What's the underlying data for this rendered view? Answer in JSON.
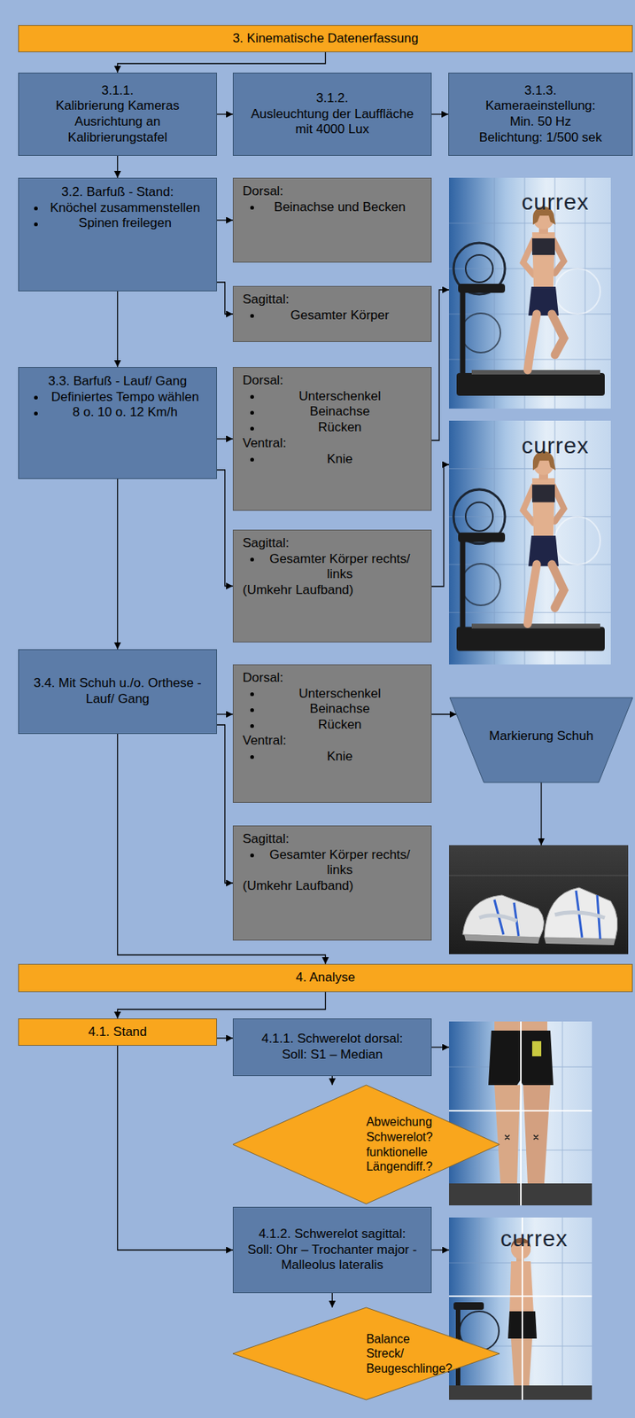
{
  "diagram": {
    "nodes": [
      {
        "text": [
          "3. Kinematische Datenerfassung"
        ]
      },
      {
        "text": [
          "3.1.1.",
          "Kalibrierung Kameras",
          "Ausrichtung an Kalibrierungstafel"
        ]
      },
      {
        "text": [
          "3.1.2.",
          "Ausleuchtung der Lauffläche mit 4000 Lux"
        ]
      },
      {
        "text": [
          "3.1.3.",
          "Kameraeinstellung:",
          "Min. 50 Hz",
          "Belichtung: 1/500 sek"
        ]
      },
      {
        "text": [
          "3.2. Barfuß - Stand:",
          "Knöchel zusammenstellen",
          "Spinen freilegen"
        ]
      },
      {
        "text": [
          "Dorsal:",
          "Beinachse und Becken"
        ]
      },
      {
        "text": [
          "Sagittal:",
          "Gesamter Körper"
        ]
      },
      {
        "text": [
          "3.3. Barfuß - Lauf/ Gang",
          "Definiertes Tempo wählen",
          "8 o. 10 o. 12 Km/h"
        ]
      },
      {
        "text": [
          "Dorsal:",
          "Unterschenkel",
          "Beinachse",
          "Rücken",
          "Ventral:",
          "Knie"
        ]
      },
      {
        "text": [
          "Sagittal:",
          "Gesamter Körper rechts/ links",
          "(Umkehr Laufband)"
        ]
      },
      {
        "text": [
          "3.4. Mit Schuh u./o. Orthese - Lauf/ Gang"
        ]
      },
      {
        "text": [
          "Dorsal:",
          "Unterschenkel",
          "Beinachse",
          "Rücken",
          "Ventral:",
          "Knie"
        ]
      },
      {
        "text": [
          "Sagittal:",
          "Gesamter Körper rechts/ links",
          "(Umkehr Laufband)"
        ]
      },
      {
        "text": [
          "Markierung Schuh"
        ]
      },
      {
        "text": [
          "4. Analyse"
        ]
      },
      {
        "text": [
          "4.1. Stand"
        ]
      },
      {
        "text": [
          "4.1.1. Schwerelot dorsal:",
          "Soll: S1 – Median"
        ]
      },
      {
        "text": [
          "Abweichung Schwerelot? funktionelle Längendiff.?"
        ]
      },
      {
        "text": [
          "4.1.2. Schwerelot sagittal:",
          "Soll: Ohr – Trochanter major - Malleolus lateralis"
        ]
      },
      {
        "text": [
          "Balance Streck/ Beugeschlinge?"
        ]
      }
    ],
    "edges": [
      {
        "from": 0,
        "to": 1,
        "arrow": "to"
      },
      {
        "from": 1,
        "to": 2,
        "arrow": "to"
      },
      {
        "from": 2,
        "to": 3,
        "arrow": "to"
      },
      {
        "from": 1,
        "to": 4,
        "arrow": "to"
      },
      {
        "from": 4,
        "to": 5,
        "arrow": "to"
      },
      {
        "from": 4,
        "to": 6,
        "arrow": "to"
      },
      {
        "from": 4,
        "to": 7,
        "arrow": "to"
      },
      {
        "from": 7,
        "to": 8,
        "arrow": "to"
      },
      {
        "from": 7,
        "to": 9,
        "arrow": "to"
      },
      {
        "from": 7,
        "to": 10,
        "arrow": "to"
      },
      {
        "from": 10,
        "to": 11,
        "arrow": "to"
      },
      {
        "from": 10,
        "to": 12,
        "arrow": "to"
      },
      {
        "from": 11,
        "to": 13,
        "arrow": "to"
      },
      {
        "from": 10,
        "to": 14,
        "arrow": "to"
      },
      {
        "from": 14,
        "to": 15,
        "arrow": "to"
      },
      {
        "from": 15,
        "to": 16,
        "arrow": "to"
      },
      {
        "from": 15,
        "to": 18,
        "arrow": "to"
      },
      {
        "from": 16,
        "to": 17,
        "arrow": "to"
      },
      {
        "from": 18,
        "to": 19,
        "arrow": "to"
      }
    ],
    "labels": [
      "currex",
      "currex",
      "currex"
    ]
  }
}
